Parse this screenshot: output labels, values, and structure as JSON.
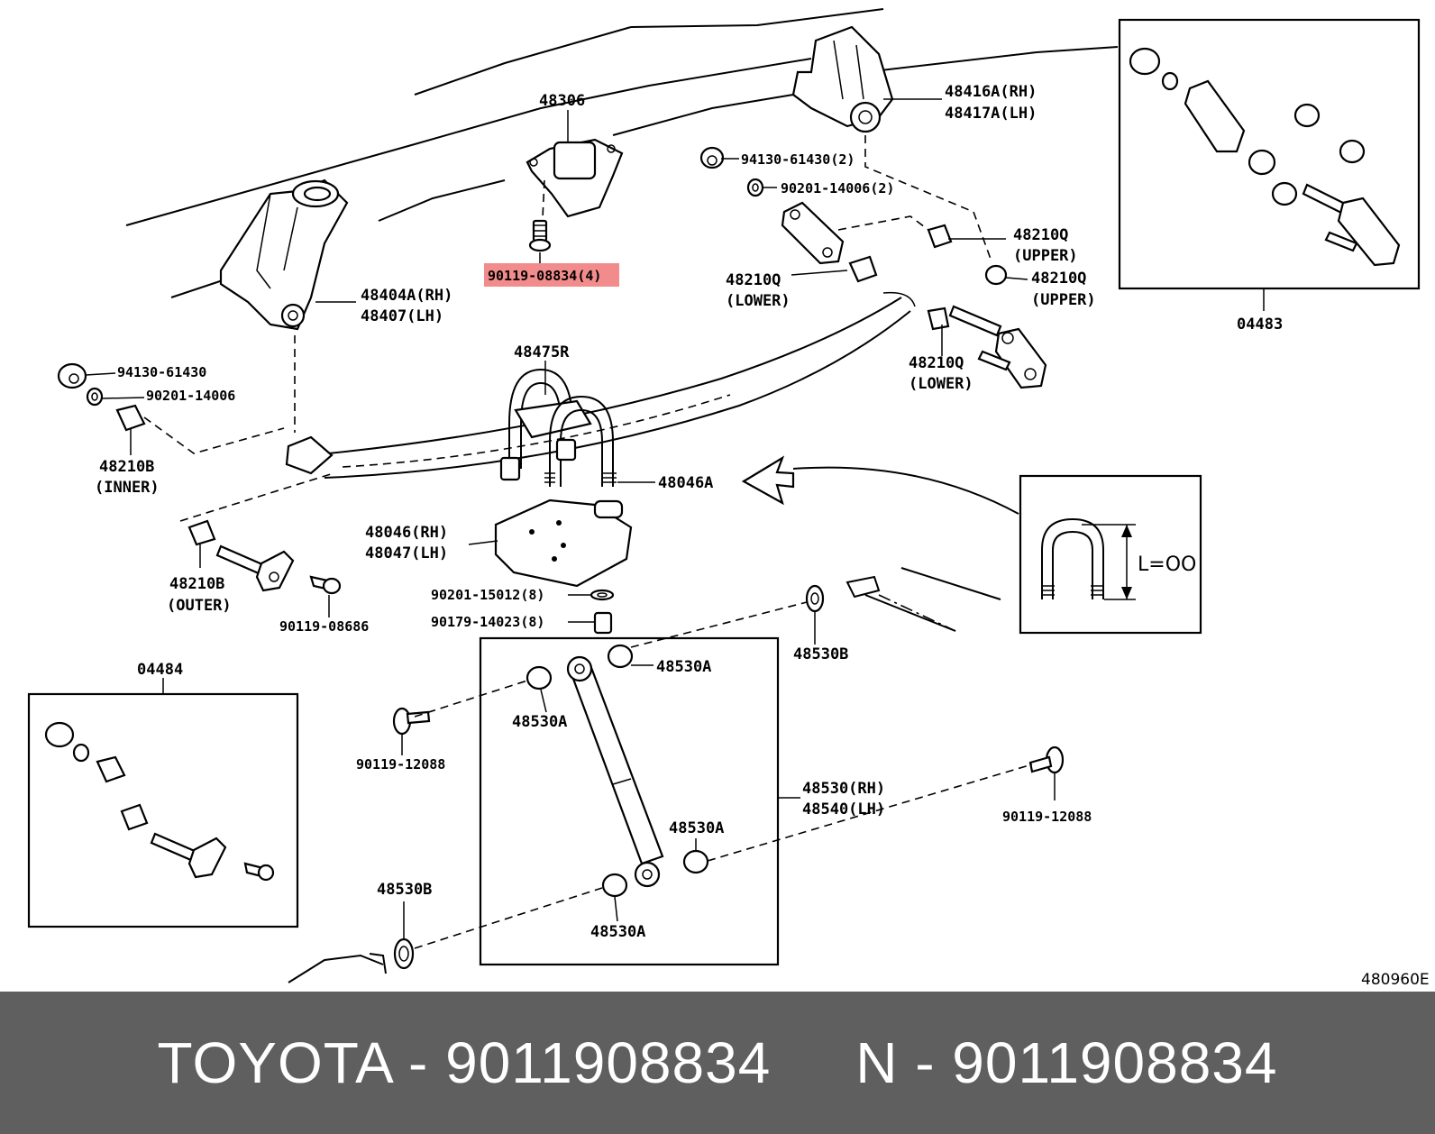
{
  "diagram_id": "480960E",
  "highlight_color": "#f28c8c",
  "labels": {
    "l48306": "48306",
    "l48416": "48416A(RH)",
    "l48417": "48417A(LH)",
    "l94130a": "94130-61430(2)",
    "l90201a": "90201-14006(2)",
    "l48210q_up1": "48210Q",
    "l48210q_up1b": "(UPPER)",
    "l48210q_lo1": "48210Q",
    "l48210q_lo1b": "(LOWER)",
    "l48210q_up2": "48210Q",
    "l48210q_up2b": "(UPPER)",
    "l48210q_lo2": "48210Q",
    "l48210q_lo2b": "(LOWER)",
    "l04483": "04483",
    "l90119_08834": "90119-08834(4)",
    "l48404": "48404A(RH)",
    "l48407": "48407(LH)",
    "l94130b": "94130-61430",
    "l90201b": "90201-14006",
    "l48210b_in": "48210B",
    "l48210b_inb": "(INNER)",
    "l48475": "48475R",
    "l48046a": "48046A",
    "l48046": "48046(RH)",
    "l48047": "48047(LH)",
    "l90201c": "90201-15012(8)",
    "l90179": "90179-14023(8)",
    "l48210b_out": "48210B",
    "l48210b_outb": "(OUTER)",
    "l90119_08686": "90119-08686",
    "l_eq": "L=OO",
    "l48530b_r": "48530B",
    "l48530a_1": "48530A",
    "l48530a_2": "48530A",
    "l48530a_3": "48530A",
    "l48530a_4": "48530A",
    "l90119_12088a": "90119-12088",
    "l90119_12088b": "90119-12088",
    "l48530": "48530(RH)",
    "l48540": "48540(LH)",
    "l48530b_l": "48530B",
    "l04484": "04484"
  },
  "footer": {
    "brand_part": "TOYOTA - 9011908834",
    "n_part": "N - 9011908834"
  }
}
